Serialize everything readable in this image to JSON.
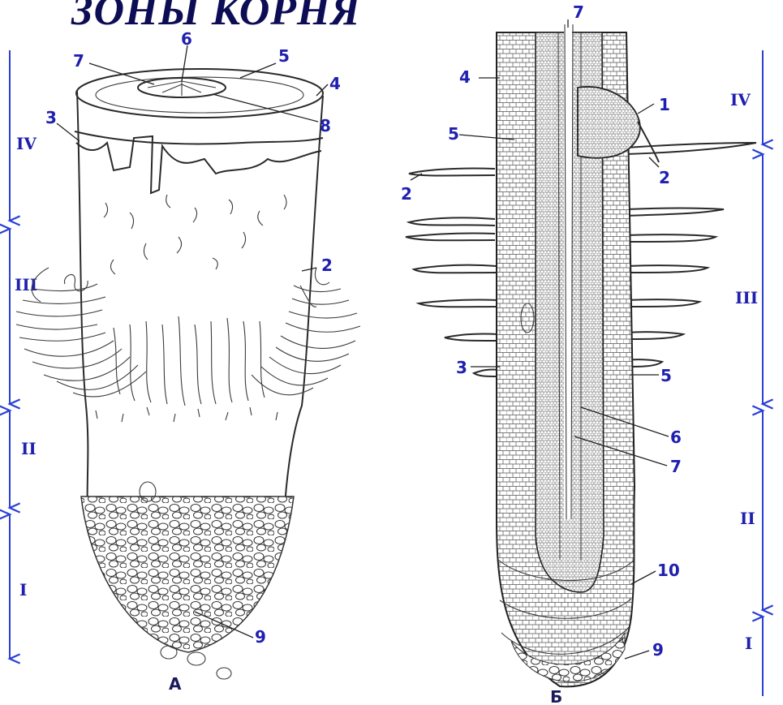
{
  "title": "ЗОНЫ КОРНЯ",
  "colors": {
    "zone_axis": "#2a3fd6",
    "label": "#2020b0",
    "title": "#0d0d55"
  },
  "panel_a": {
    "letter": "А",
    "zones": [
      {
        "roman": "IV",
        "from": "top",
        "to": "IV-III"
      },
      {
        "roman": "III",
        "from": "IV-III",
        "to": "III-II"
      },
      {
        "roman": "II",
        "from": "III-II",
        "to": "II-I"
      },
      {
        "roman": "I",
        "from": "II-I",
        "to": "bottom"
      }
    ],
    "callouts": [
      "6",
      "5",
      "7",
      "4",
      "8",
      "3",
      "2",
      "9"
    ]
  },
  "panel_b": {
    "letter": "Б",
    "zones": [
      {
        "roman": "IV"
      },
      {
        "roman": "III"
      },
      {
        "roman": "II"
      },
      {
        "roman": "I"
      }
    ],
    "callouts": [
      "7",
      "4",
      "1",
      "5",
      "2",
      "2",
      "3",
      "5",
      "6",
      "7",
      "10",
      "9"
    ]
  }
}
